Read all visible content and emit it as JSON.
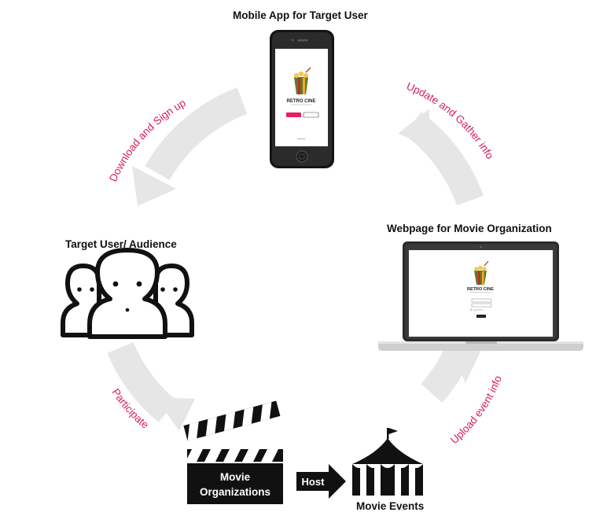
{
  "nodes": {
    "mobile_app": {
      "title": "Mobile App for Target User",
      "brand": "RETRO CINE"
    },
    "webpage": {
      "title": "Webpage for Movie Organization",
      "brand": "RETRO CINE"
    },
    "target_user": {
      "title": "Target User/ Audience"
    },
    "movie_organizations": {
      "line1": "Movie",
      "line2": "Organizations"
    },
    "movie_events": {
      "title": "Movie Events"
    }
  },
  "edges": {
    "download": "Download and Sign up",
    "update": "Update and Gather info",
    "upload": "Upload event info",
    "participate": "Participate",
    "host": "Host"
  },
  "colors": {
    "edge_label": "#d81b60",
    "cycle_arrow": "#e6e6e6",
    "accent_button": "#e91e63"
  }
}
